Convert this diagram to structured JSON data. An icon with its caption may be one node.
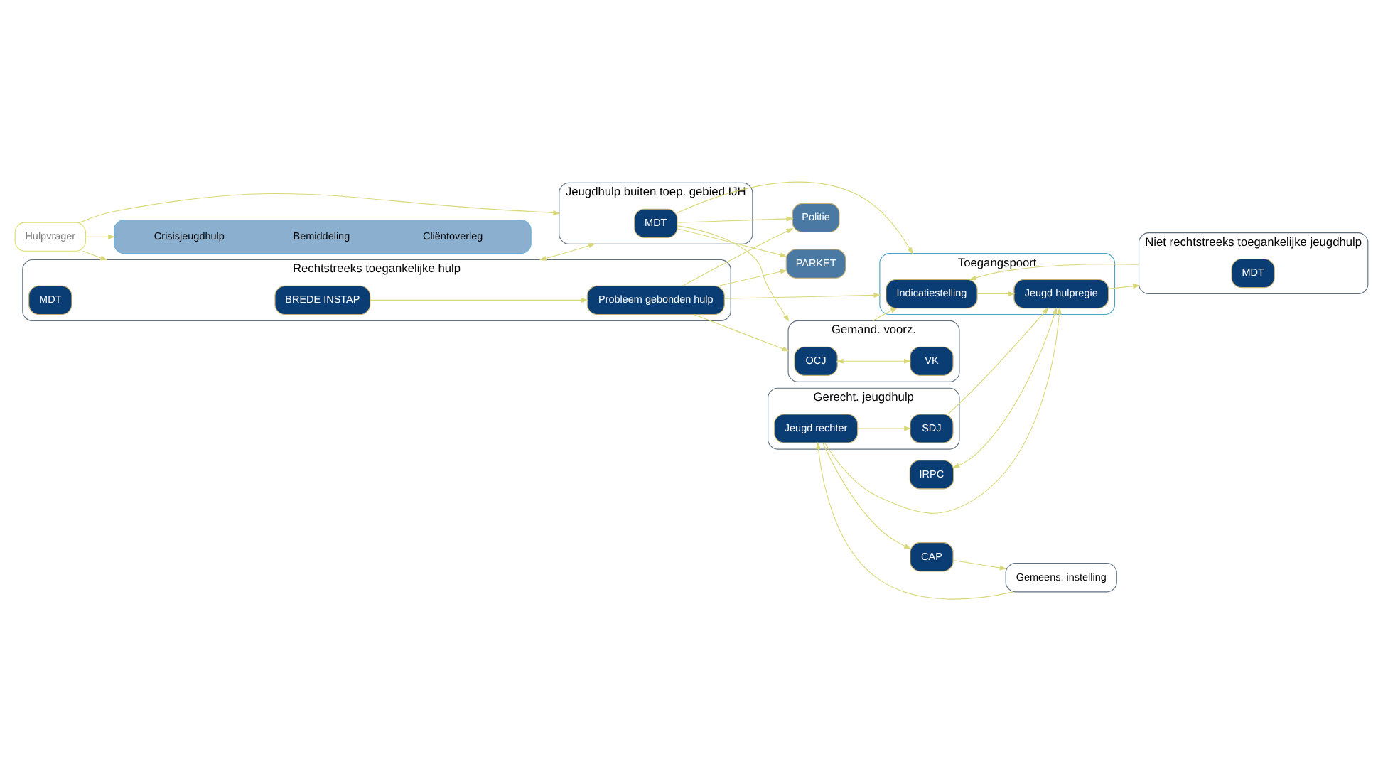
{
  "diagram": {
    "nodes": [
      {
        "text": [
          "Hulpvrager"
        ]
      },
      {
        "text": [
          "Rechtstreeks toegankelijke hulp"
        ]
      },
      {
        "text": [
          "BREDE INSTAP"
        ],
        "in": 1
      },
      {
        "text": [
          "Probleem gebonden hulp"
        ],
        "in": 1
      },
      {
        "text": [
          "MDT"
        ],
        "in": 1
      },
      {
        "text": [
          "Jeugdhulp buiten toep. gebied IJH"
        ]
      },
      {
        "text": [
          "MDT"
        ],
        "in": 5
      },
      {
        "text": [
          "Crisisjeugdhulp",
          "Bemiddeling",
          "Cliëntoverleg"
        ]
      },
      {
        "text": [
          "IRPC"
        ]
      },
      {
        "text": [
          "Toegangspoort"
        ]
      },
      {
        "text": [
          "Indicatiestelling"
        ],
        "in": 9
      },
      {
        "text": [
          "Jeugd hulpregie"
        ],
        "in": 9
      },
      {
        "text": [
          "Gemand. voorz."
        ]
      },
      {
        "text": [
          "OCJ"
        ],
        "in": 12
      },
      {
        "text": [
          "VK"
        ],
        "in": 12
      },
      {
        "text": [
          "PARKET"
        ]
      },
      {
        "text": [
          "Gerecht. jeugdhulp"
        ]
      },
      {
        "text": [
          "SDJ"
        ],
        "in": 16
      },
      {
        "text": [
          "Jeugd rechter"
        ],
        "in": 16
      },
      {
        "text": [
          "Politie"
        ]
      },
      {
        "text": [
          "Niet rechtstreeks toegankelijke jeugdhulp"
        ]
      },
      {
        "text": [
          "MDT"
        ],
        "in": 20
      },
      {
        "text": [
          "Gemeens. instelling"
        ]
      },
      {
        "text": [
          "CAP"
        ]
      }
    ],
    "edges": [
      {
        "from": 0,
        "to": 1,
        "arrow": "to"
      },
      {
        "from": 0,
        "to": 5,
        "arrow": "to"
      },
      {
        "from": 0,
        "to": 7,
        "arrow": "to"
      },
      {
        "from": 2,
        "to": 3,
        "arrow": "to"
      },
      {
        "from": 1,
        "to": 5,
        "arrow": "both"
      },
      {
        "from": 3,
        "to": 9,
        "arrow": "to"
      },
      {
        "from": 3,
        "to": 12,
        "arrow": "to"
      },
      {
        "from": 3,
        "to": 19,
        "arrow": "to"
      },
      {
        "from": 3,
        "to": 15,
        "arrow": "to"
      },
      {
        "from": 6,
        "to": 9,
        "arrow": "to"
      },
      {
        "from": 6,
        "to": 12,
        "arrow": "to"
      },
      {
        "from": 6,
        "to": 19,
        "arrow": "to"
      },
      {
        "from": 6,
        "to": 15,
        "arrow": "to"
      },
      {
        "from": 12,
        "to": 10,
        "arrow": "to"
      },
      {
        "from": 10,
        "to": 11,
        "arrow": "to"
      },
      {
        "from": 8,
        "to": 11,
        "arrow": "both"
      },
      {
        "from": 20,
        "to": 10,
        "arrow": "to"
      },
      {
        "from": 11,
        "to": 20,
        "arrow": "to"
      },
      {
        "from": 13,
        "to": 14,
        "arrow": "both"
      },
      {
        "from": 18,
        "to": 17,
        "arrow": "to"
      },
      {
        "from": 17,
        "to": 11,
        "arrow": "to"
      },
      {
        "from": 18,
        "to": 11,
        "arrow": "to"
      },
      {
        "from": 22,
        "to": 18,
        "arrow": "to"
      },
      {
        "from": 18,
        "to": 23,
        "arrow": "to"
      },
      {
        "from": 23,
        "to": 22,
        "arrow": "to"
      }
    ]
  }
}
